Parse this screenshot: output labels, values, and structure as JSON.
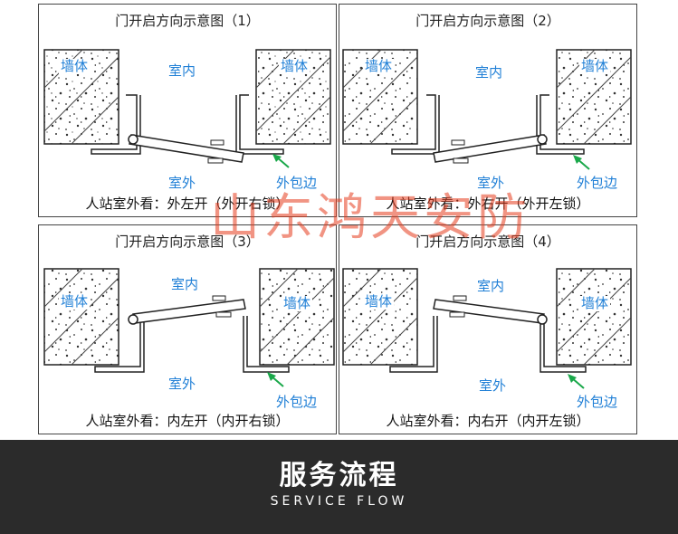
{
  "panels": [
    {
      "title": "门开启方向示意图（1）",
      "wall_left": "墙体",
      "wall_right": "墙体",
      "inside": "室内",
      "outside": "室外",
      "edge": "外包边",
      "caption": "人站室外看：外左开（外开右锁）"
    },
    {
      "title": "门开启方向示意图（2）",
      "wall_left": "墙体",
      "wall_right": "墙体",
      "inside": "室内",
      "outside": "室外",
      "edge": "外包边",
      "caption": "人站室外看：外右开（外开左锁）"
    },
    {
      "title": "门开启方向示意图（3）",
      "wall_left": "墙体",
      "wall_right": "墙体",
      "inside": "室内",
      "outside": "室外",
      "edge": "外包边",
      "caption": "人站室外看：内左开（内开右锁）"
    },
    {
      "title": "门开启方向示意图（4）",
      "wall_left": "墙体",
      "wall_right": "墙体",
      "inside": "室内",
      "outside": "室外",
      "edge": "外包边",
      "caption": "人站室外看：内右开（内开左锁）"
    }
  ],
  "watermark": "山东鸿天安防",
  "footer": {
    "title": "服务流程",
    "subtitle": "SERVICE FLOW"
  },
  "colors": {
    "label_blue": "#1f7fd6",
    "arrow_green": "#1aa84a",
    "watermark_red": "#e63c1e",
    "footer_bg": "#2b2b2b"
  }
}
